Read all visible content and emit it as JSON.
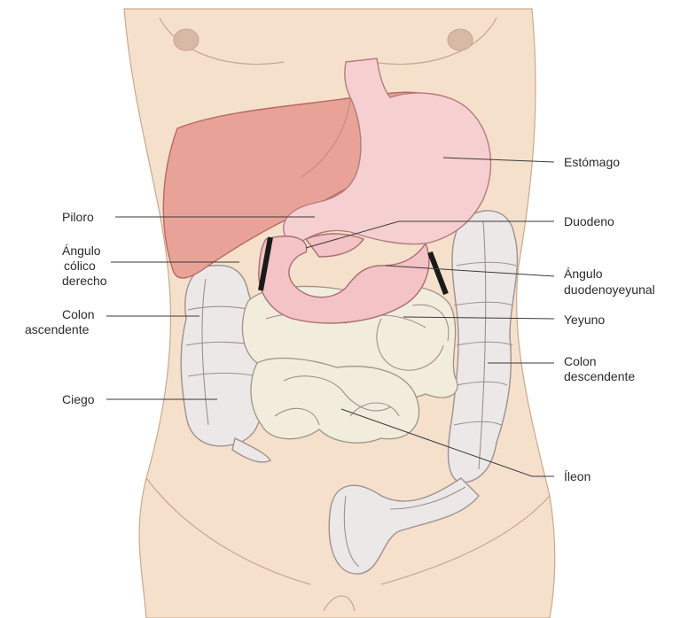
{
  "labels": {
    "estomago": "Estómago",
    "piloro": "Piloro",
    "duodeno": "Duodeno",
    "angulo_colico_derecho": [
      "Ángulo",
      "cólico",
      "derecho"
    ],
    "angulo_duodenoyeyunal": [
      "Ángulo",
      "duodenoyeyunal"
    ],
    "colon_ascendente": [
      "Colon",
      "ascendente"
    ],
    "yeyuno": "Yeyuno",
    "colon_descendente": [
      "Colon",
      "descendente"
    ],
    "ciego": "Ciego",
    "ileon": "Íleon"
  },
  "colors": {
    "skin": "#f5e0cc",
    "liver": "#e9a298",
    "stomach": "#f6cfd1",
    "colon": "#ece8e8",
    "small_intestine": "#f1ecdc",
    "leader_lines": "#3a3a3a"
  }
}
